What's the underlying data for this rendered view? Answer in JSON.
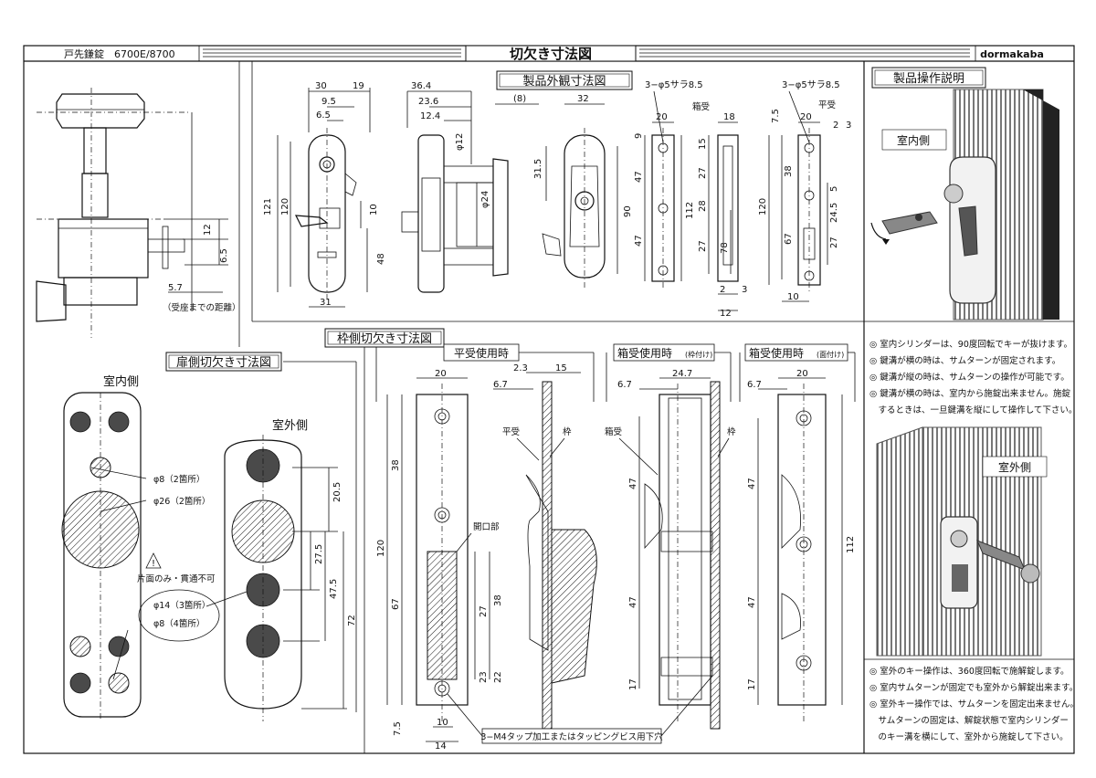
{
  "header": {
    "model": "戸先鎌錠　6700E/8700",
    "title": "切欠き寸法図",
    "brand": "dormakaba"
  },
  "sections": {
    "product_dims": "製品外観寸法図",
    "operation": "製品操作説明",
    "door_cutout": "扉側切欠き寸法図",
    "frame_cutout": "枠側切欠き寸法図"
  },
  "labels": {
    "indoor": "室内側",
    "outdoor": "室外側",
    "hole8": "φ8（2箇所）",
    "hole26": "φ26（2箇所）",
    "one_side": "片面のみ・貫通不可",
    "hole14": "φ14（3箇所）",
    "hole8b": "φ8（4箇所）",
    "to_strike": "（受座までの距離）",
    "screw_a": "3−φ5サラ8.5",
    "screw_b": "3−φ5サラ8.5",
    "box_strike": "箱受",
    "flat_strike": "平受",
    "flat_use": "平受使用時",
    "box_use_frame": "箱受使用時",
    "box_use_frame_sub": "(枠付け)",
    "box_use_face": "箱受使用時",
    "box_use_face_sub": "(面付け)",
    "flat_lbl": "平受",
    "frame_lbl": "枠",
    "opening": "開口部",
    "box_lbl": "箱受",
    "frame_lbl2": "枠",
    "tap_note": "3−M4タップ加工またはタッピングビス用下穴"
  },
  "dims": {
    "d30": "30",
    "d19": "19",
    "d9_5": "9.5",
    "d6_5": "6.5",
    "d121": "121",
    "d120": "120",
    "d10": "10",
    "d48": "48",
    "d31": "31",
    "d36_4": "36.4",
    "d23_6": "23.6",
    "d12_4": "12.4",
    "phi12": "φ12",
    "phi24": "φ24",
    "d8p": "(8)",
    "d32": "32",
    "d31_5": "31.5",
    "d90": "90",
    "d20a": "20",
    "d9a": "9",
    "d47a": "47",
    "d47b": "47",
    "d112a": "112",
    "d18": "18",
    "d15": "15",
    "d27a": "27",
    "d28": "28",
    "d27b": "27",
    "d78": "78",
    "d2a": "2",
    "d3a": "3",
    "d12a": "12",
    "d7_5": "7.5",
    "d20b": "20",
    "d2b": "2",
    "d3b": "3",
    "d38": "38",
    "d120b": "120",
    "d5": "5",
    "d24_5": "24.5",
    "d67": "67",
    "d27c": "27",
    "d10b": "10",
    "d12c": "12",
    "d6_5b": "6.5",
    "d5_7": "5.7",
    "d20_5": "20.5",
    "d27_5": "27.5",
    "d47_5": "47.5",
    "d72": "72",
    "f20": "20",
    "f2_3": "2.3",
    "f15": "15",
    "f6_7": "6.7",
    "f38": "38",
    "f120": "120",
    "f67": "67",
    "f27": "27",
    "f38b": "38",
    "f23": "23",
    "f22": "22",
    "f7_5": "7.5",
    "f10": "10",
    "f14": "14",
    "g6_7": "6.7",
    "g24_7": "24.7",
    "g47a": "47",
    "g47b": "47",
    "g17": "17",
    "h6_7": "6.7",
    "h20": "20",
    "h47a": "47",
    "h47b": "47",
    "h17": "17",
    "h112": "112"
  },
  "notes": [
    "◎ 室内シリンダーは、90度回転でキーが抜けます。",
    "◎ 鍵溝が横の時は、サムターンが固定されます。",
    "◎ 鍵溝が縦の時は、サムターンの操作が可能です。",
    "◎ 鍵溝が横の時は、室内から施錠出来ません。施錠",
    "　するときは、一旦鍵溝を縦にして操作して下さい。"
  ],
  "notes2": [
    "◎ 室外のキー操作は、360度回転で施解錠します。",
    "◎ 室内サムターンが固定でも室外から解錠出来ます。",
    "◎ 室外キー操作では、サムターンを固定出来ません。",
    "　サムターンの固定は、解錠状態で室内シリンダー",
    "　のキー溝を横にして、室外から施錠して下さい。"
  ]
}
